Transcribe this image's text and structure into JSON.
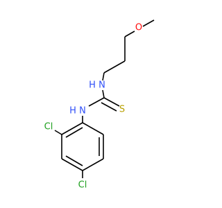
{
  "molecule": {
    "atoms": {
      "o_methoxy": {
        "label": "O",
        "color": "#ff0d0d"
      },
      "n_upper": {
        "label": "N",
        "sub": "H",
        "color": "#3050f8"
      },
      "n_lower": {
        "label": "N",
        "sub": "H",
        "color": "#3050f8"
      },
      "s_thio": {
        "label": "S",
        "color": "#b8a000"
      },
      "cl_ortho": {
        "label": "Cl",
        "color": "#1fa01f"
      },
      "cl_para": {
        "label": "Cl",
        "color": "#1fa01f"
      }
    },
    "bond_color": "#000000"
  }
}
